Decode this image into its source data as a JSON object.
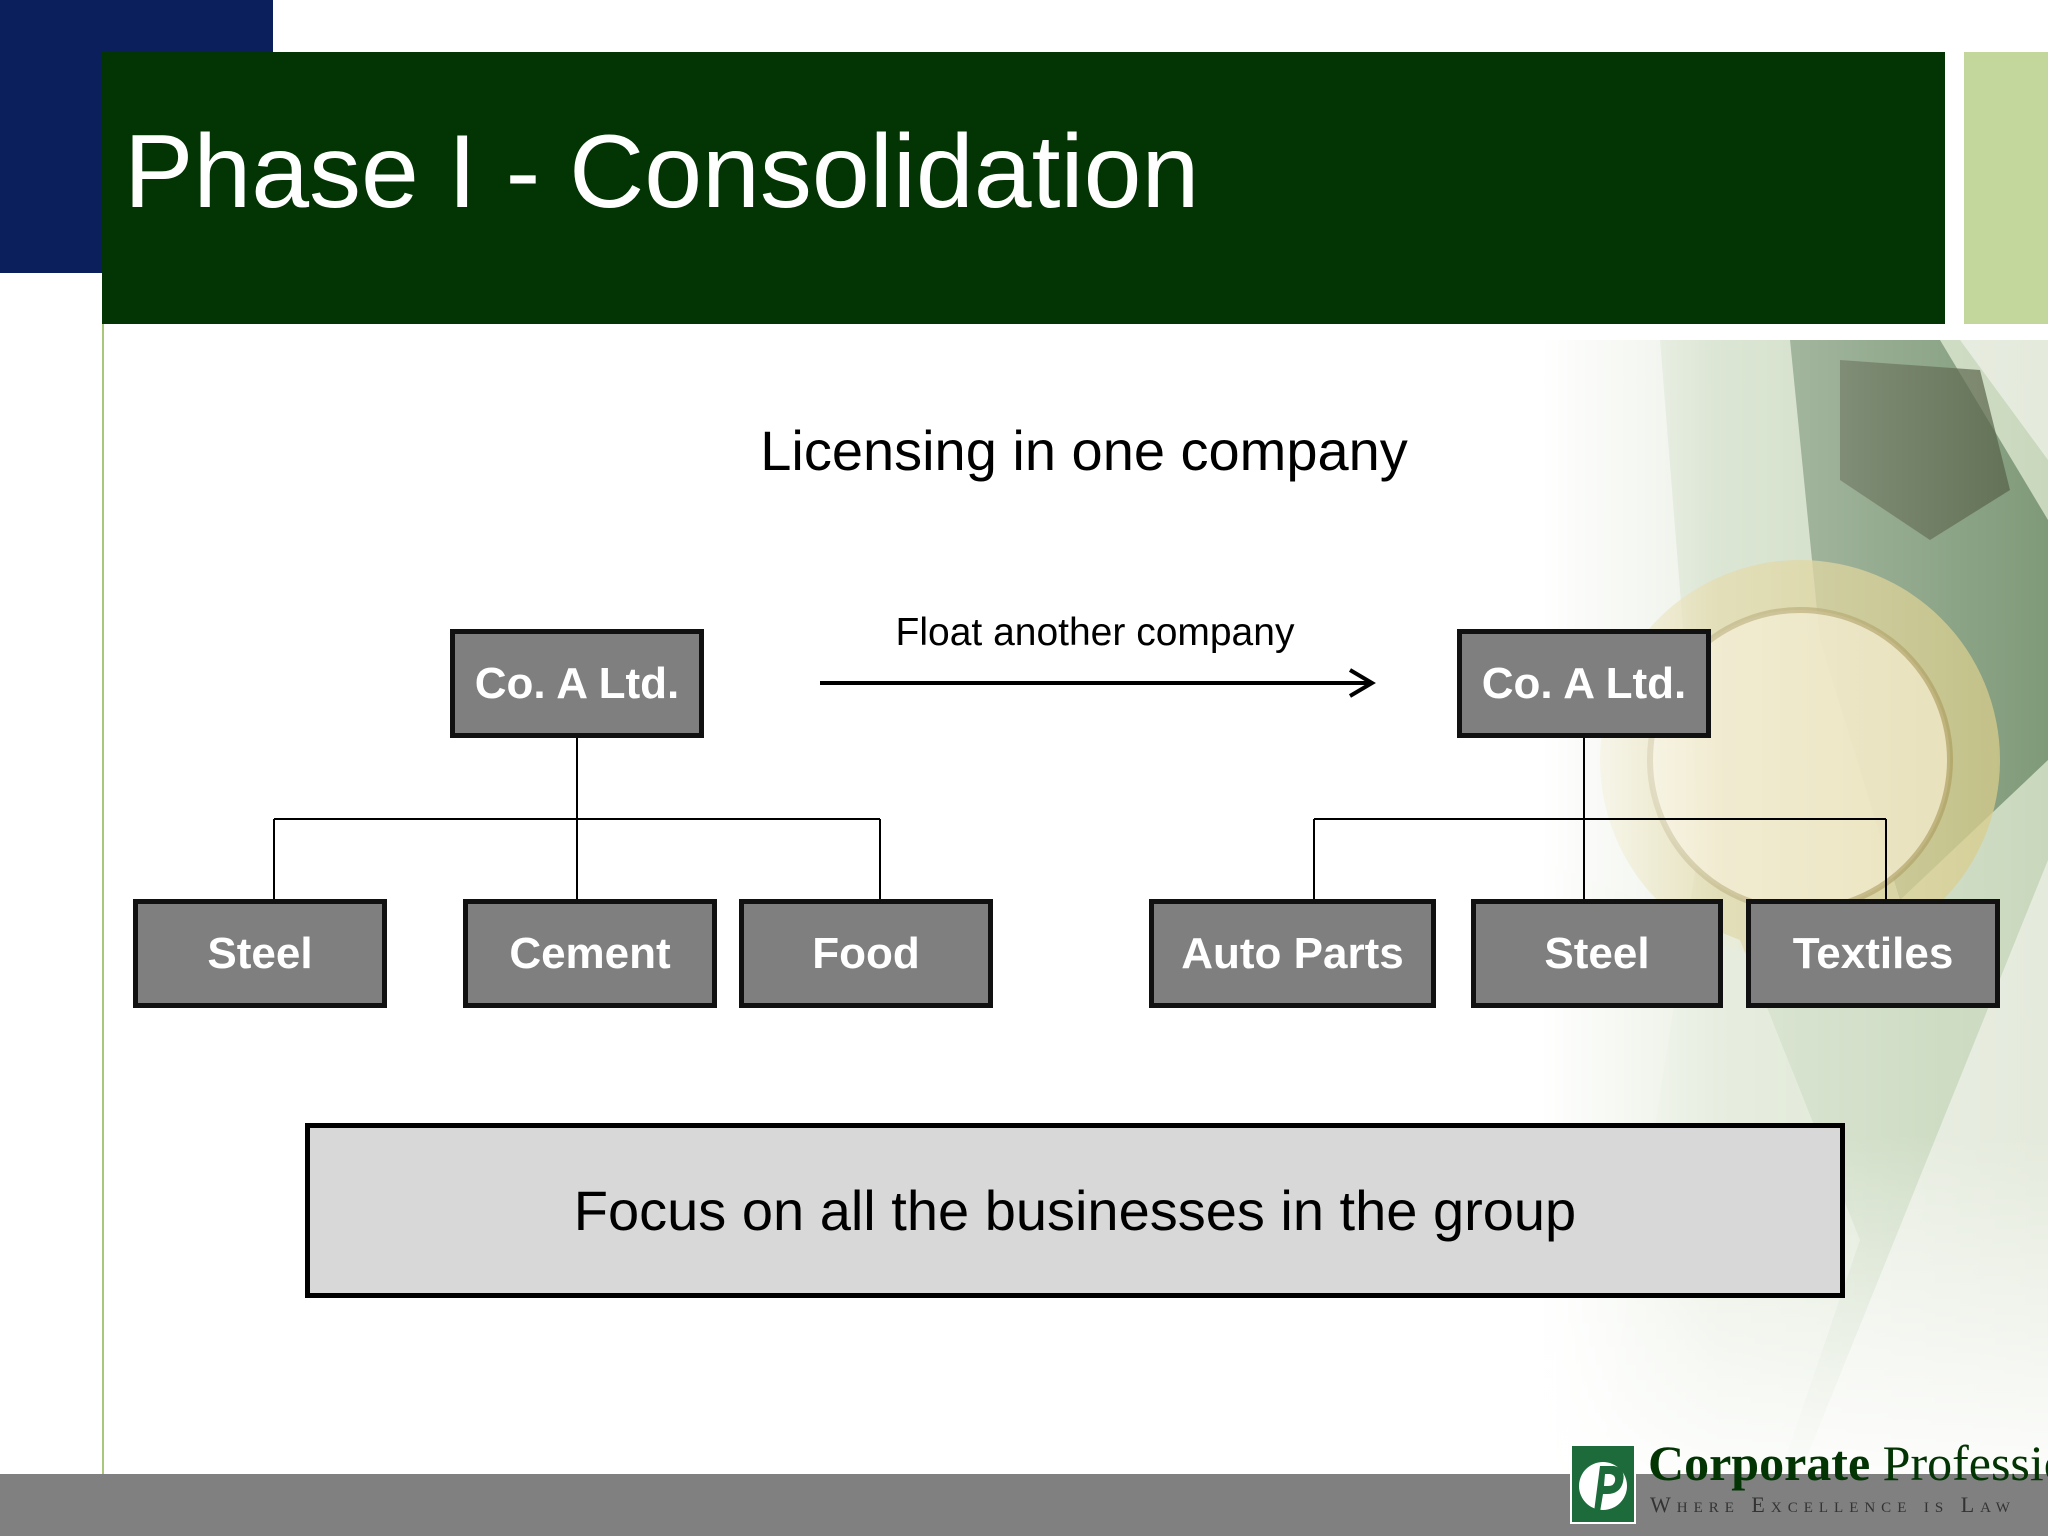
{
  "slide": {
    "title": "Phase I - Consolidation",
    "subtitle": "Licensing in one company"
  },
  "diagram": {
    "arrow_label": "Float another company",
    "left": {
      "parent": "Co. A Ltd.",
      "children": [
        "Steel",
        "Cement",
        "Food"
      ]
    },
    "right": {
      "parent": "Co. A Ltd.",
      "children": [
        "Auto Parts",
        "Steel",
        "Textiles"
      ]
    }
  },
  "summary": "Focus on all the businesses in the group",
  "logo": {
    "name_bold": "Corporate",
    "name_regular": " Professionals",
    "tagline": "Where Excellence is Law"
  },
  "colors": {
    "title_bar": "#033403",
    "accent_navy": "#0b1f5c",
    "accent_green": "#c3d69b",
    "node_fill": "#7f7f7f",
    "summary_fill": "#d9d8d8",
    "footer": "#808080"
  }
}
